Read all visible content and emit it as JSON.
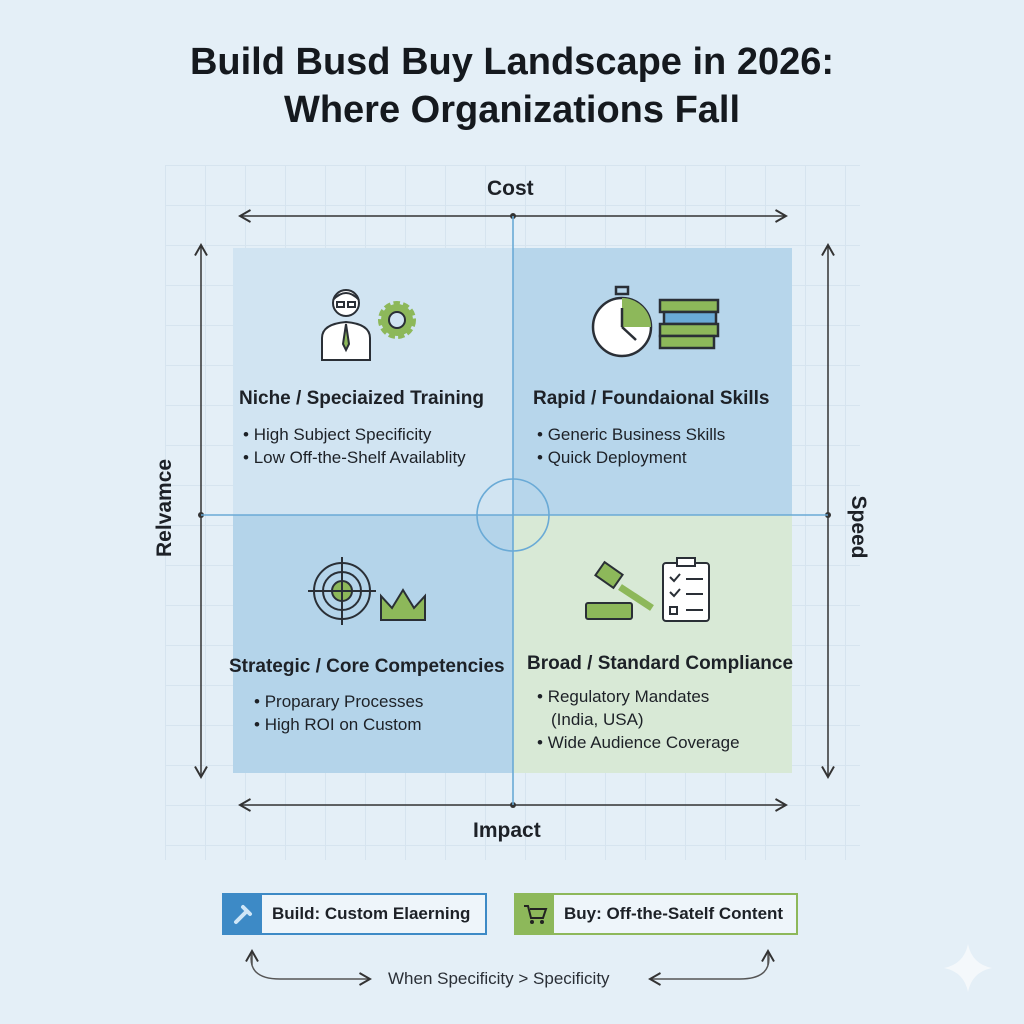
{
  "title": {
    "line1": "Build Busd Buy Landscape in 2026:",
    "line2": "Where Organizations Fall"
  },
  "axes": {
    "top": "Cost",
    "bottom": "Impact",
    "left": "Relvamce",
    "right": "Speed"
  },
  "quadrants": [
    {
      "title": "Niche / Speciaized Training",
      "bullets": [
        "High Subject Specificity",
        "Low Off-the-Shelf Availablity"
      ],
      "color": "#d1e4f2"
    },
    {
      "title": "Rapid / Foundaional Skills",
      "bullets": [
        "Generic Business Skills",
        "Quick Deployment"
      ],
      "color": "#b7d6eb"
    },
    {
      "title": "Strategic / Core Competencies",
      "bullets": [
        "Proparary Processes",
        "High ROI on Custom"
      ],
      "color": "#b4d4ea"
    },
    {
      "title": "Broad / Standard Compliance",
      "bullets": [
        "Regulatory Mandates",
        "(India, USA)",
        "Wide Audience Coverage"
      ],
      "color": "#d8e9d6"
    }
  ],
  "legend": {
    "build": "Build: Custom Elaerning",
    "buy": "Buy: Off-the-Satelf Content",
    "note": "When Specificity > Specificity"
  },
  "colors": {
    "build": "#3d8ac6",
    "buy": "#8db85a"
  }
}
